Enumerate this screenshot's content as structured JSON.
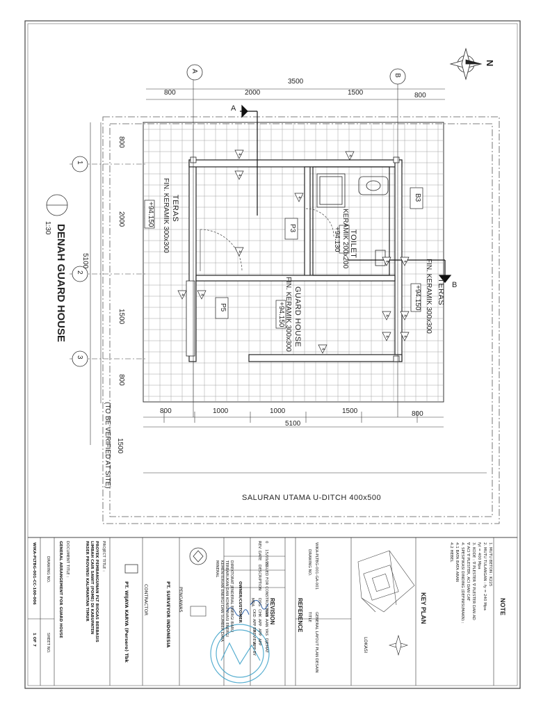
{
  "drawing": {
    "title": "DENAH GUARD HOUSE",
    "scale": "1:30",
    "north": "N",
    "top_dims": [
      "800",
      "2000",
      "1500",
      "800"
    ],
    "top_total": "3500",
    "grid_letters": [
      "A",
      "B"
    ],
    "grid_numbers": [
      "1",
      "2",
      "3"
    ],
    "left_dims": [
      "800",
      "2000",
      "1500",
      "800"
    ],
    "left_total": "5100",
    "bottom_dims": [
      "800",
      "1000",
      "1000",
      "1500",
      "800"
    ],
    "bottom_total": "5100",
    "bottom_extra": "1500",
    "verify_note": "(TO BE VERIFIED AT SITE)",
    "ditch_label": "SALURAN UTAMA U-DITCH 400x500",
    "section_a": "A",
    "section_b": "B",
    "rooms": {
      "teras_left": {
        "name": "TERAS",
        "finish": "FIN. KERAMIK 300x300",
        "level": "+94.150"
      },
      "toilet": {
        "name": "TOILET",
        "finish": "KERAMIK 200x200",
        "level": "+94.130"
      },
      "guard": {
        "name": "GUARD HOUSE",
        "finish": "FIN. KERAMIK 300x300",
        "level": "+94.150"
      },
      "teras_right": {
        "name": "TERAS",
        "finish": "FIN. KERAMIK 300x300",
        "level": "+94.150"
      }
    },
    "tags": {
      "p3": "P3",
      "p5": "P5",
      "b3": "B3",
      "tag4": "4"
    }
  },
  "title_block": {
    "note_header": "NOTE",
    "notes": [
      "1. MUTU BETON : K225",
      "2. MUTU TULANGAN : fy = 240 Mpa",
      "                   fyl = 400 Mpa",
      "3. KODE :    ∇ PLESTER            ∇ PLESTER DAN AD",
      "             ∇ ACI                ∇ PLESTER, ACI DAN CAT",
      "4. SPESIFIKASI DINDING (DEFINISI/MAKN) :",
      "   4.1 BATA BATA ARAN",
      "   4.2 HEBEL"
    ],
    "key_plan": "KEY PLAN",
    "lokasi": "LOKASI",
    "reference": "REFERENCE",
    "drawing_no_header": "DRAWING NO.",
    "title_header": "TITLE",
    "reference_row": {
      "no": "WIKA-PLTBG-001-GA-001",
      "title": "GENERAL LAYOUT PLAN DESAIN"
    },
    "revision": "REVISION",
    "revision_cols": [
      "REV.",
      "DATE",
      "DESCRIPTION",
      "DSG",
      "CHK",
      "APP",
      "APP",
      "APP"
    ],
    "revision_rows": [
      [
        "0",
        "15/09/20",
        "ISSUED FOR CONSTRUCTION",
        "MRA",
        "KAB",
        "AAN",
        "YAS",
        "DJEMAT"
      ],
      [
        "",
        "",
        "",
        "",
        "CKD",
        "APP BY",
        "REVIEW",
        "APP BY"
      ]
    ],
    "owner_header": "OWNER/CUSTOMER",
    "owner_text": "DIREKTORAT JENDERAL ENERGI BARU TERBARUKAN DAN KONSERVASI ENERGI KEMENTERIAN ENERGI DAN SUMBER DAYA MINERAL",
    "pengawas_header": "PENGAWAS",
    "pengawas_text": "PT. SURVEYOR INDONESIA",
    "contractor_header": "CONTRACTOR",
    "contractor_text": "PT. WIJAYA KARYA (Persero) Tbk",
    "project_header": "PROJECT TITLE :",
    "project_text": "PROYEK PEMBANGUNAN PLT BIOGAS BERBASIS LIMBAH CAIR SAWIT (POME) DI KABUPATEN PASER PROVINSI KALIMANTAN TIMUR",
    "doc_header": "DOCUMENT TITLE :",
    "doc_text": "GENERAL ARRANGEMENT FOR GUARD HOUSE",
    "drawing_no_label": "DRAWING NO.",
    "sheet_no_label": "SHEET NO.",
    "drawing_no": "WIKA-PLTBG-001-CC-100-006",
    "sheet_no": "1 OF 7"
  },
  "colors": {
    "line": "#222222",
    "grid": "#9a9a9a",
    "stamp": "#3aa0c8"
  }
}
